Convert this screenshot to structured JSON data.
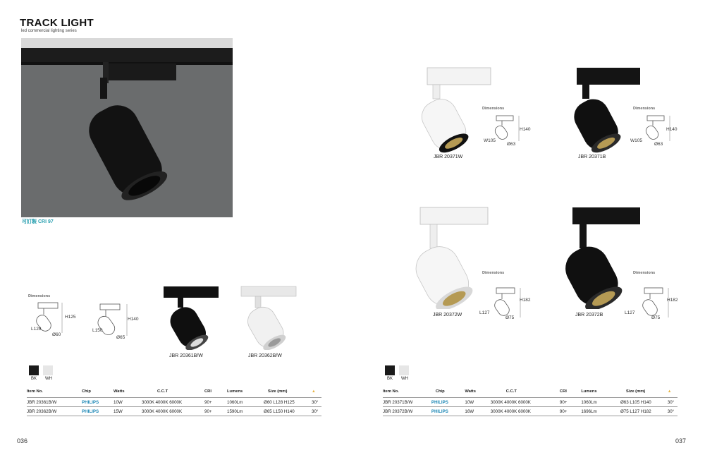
{
  "header": {
    "title": "TRACK LIGHT",
    "subtitle": "led commercial lighting series"
  },
  "hero": {
    "caption_cn": "可訂製",
    "caption_cri": "CRI 97"
  },
  "dimensions_label": "Dimensions",
  "left": {
    "dims": {
      "a_h": "H125",
      "a_l": "L128",
      "a_d": "Ø60",
      "b_h": "H140",
      "b_l": "L150",
      "b_d": "Ø65"
    },
    "products": [
      {
        "model": "JBR 20361B/W"
      },
      {
        "model": "JBR 20362B/W"
      }
    ],
    "swatches": [
      {
        "label": "BK",
        "color": "#1a1a1a"
      },
      {
        "label": "WH",
        "color": "#e6e6e6"
      }
    ]
  },
  "right": {
    "products": [
      {
        "model": "JBR 20371W",
        "h": "H140",
        "w": "W105",
        "d": "Ø63"
      },
      {
        "model": "JBR 20371B",
        "h": "H140",
        "w": "W105",
        "d": "Ø63"
      },
      {
        "model": "JBR 20372W",
        "h": "H182",
        "l": "L127",
        "d": "Ø75"
      },
      {
        "model": "JBR 20372B",
        "h": "H182",
        "l": "L127",
        "d": "Ø75"
      }
    ],
    "swatches": [
      {
        "label": "BK",
        "color": "#1a1a1a"
      },
      {
        "label": "WH",
        "color": "#e6e6e6"
      }
    ]
  },
  "table_headers": {
    "item": "Item No.",
    "chip": "Chip",
    "watts": "Watts",
    "cct": "C.C.T",
    "cri": "CRI",
    "lumens": "Lumens",
    "size": "Size (mm)",
    "angle_icon": "lamp-icon"
  },
  "left_table": [
    {
      "item": "JBR 20361B/W",
      "chip": "PHILIPS",
      "watts": "10W",
      "cct": "3000K  4000K  6000K",
      "cri": "90+",
      "lumens": "1060Lm",
      "size": "Ø60 L128 H125",
      "angle": "30°"
    },
    {
      "item": "JBR 20362B/W",
      "chip": "PHILIPS",
      "watts": "15W",
      "cct": "3000K  4000K  6000K",
      "cri": "90+",
      "lumens": "1590Lm",
      "size": "Ø65 L150 H140",
      "angle": "30°"
    }
  ],
  "right_table": [
    {
      "item": "JBR 20371B/W",
      "chip": "PHILIPS",
      "watts": "10W",
      "cct": "3000K  4000K  6000K",
      "cri": "90+",
      "lumens": "1060Lm",
      "size": "Ø63 L105 H140",
      "angle": "30°"
    },
    {
      "item": "JBR 20372B/W",
      "chip": "PHILIPS",
      "watts": "16W",
      "cct": "3000K  4000K  6000K",
      "cri": "90+",
      "lumens": "1696Lm",
      "size": "Ø75 L127 H182",
      "angle": "30°"
    }
  ],
  "footer": {
    "left_page": "036",
    "right_page": "037"
  }
}
